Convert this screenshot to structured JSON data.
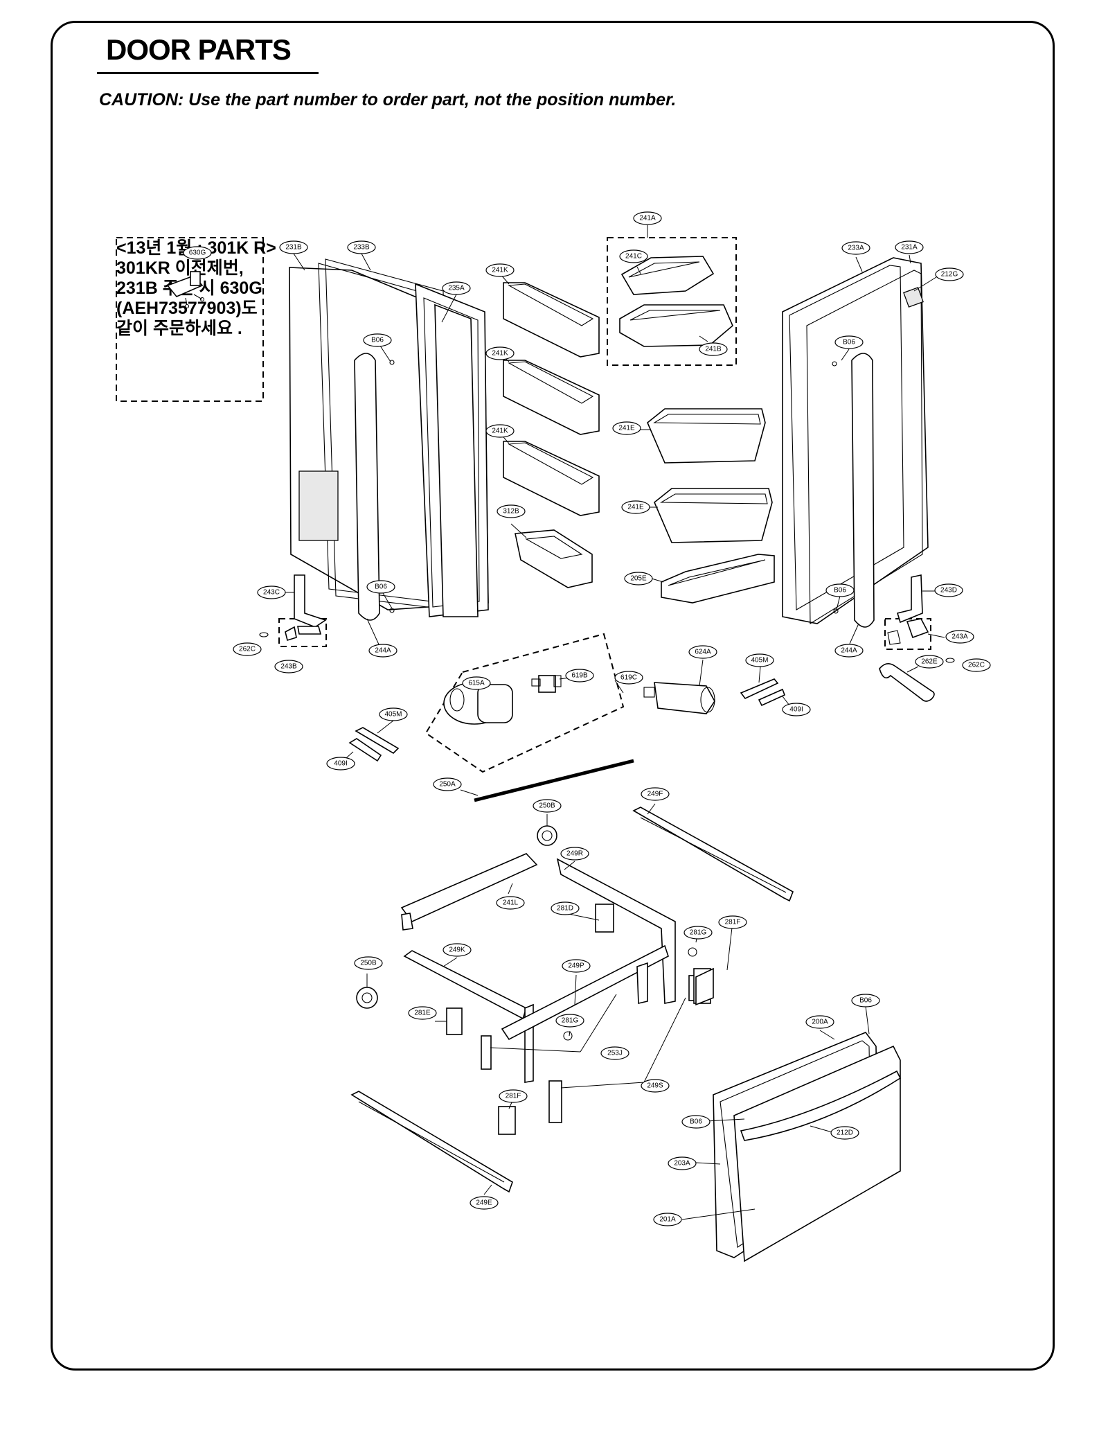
{
  "title": "DOOR PARTS",
  "caution": "CAUTION: Use the part number to order part, not the position number.",
  "note_lines": [
    "<13년 1월 : 301K R>",
    "301KR 이전제번,",
    "231B 주문 시 630G",
    "(AEH73577903)도",
    "같이 주문하세요 ."
  ],
  "callouts": [
    "630G",
    "231B",
    "233B",
    "235A",
    "B06",
    "B06",
    "243C",
    "262C",
    "243B",
    "244A",
    "241K",
    "241K",
    "241K",
    "312B",
    "241A",
    "241C",
    "241B",
    "241E",
    "241E",
    "205E",
    "233A",
    "231A",
    "212G",
    "B06",
    "B06",
    "243D",
    "243A",
    "262E",
    "262C",
    "244A",
    "615A",
    "619B",
    "619C",
    "624A",
    "405M",
    "409I",
    "405M",
    "409I",
    "250A",
    "249F",
    "250B",
    "249R",
    "241L",
    "281D",
    "281G",
    "281F",
    "249K",
    "250B",
    "249P",
    "281E",
    "281G",
    "253J",
    "249S",
    "281F",
    "249E",
    "B06",
    "200A",
    "B06",
    "212D",
    "203A",
    "201A"
  ]
}
